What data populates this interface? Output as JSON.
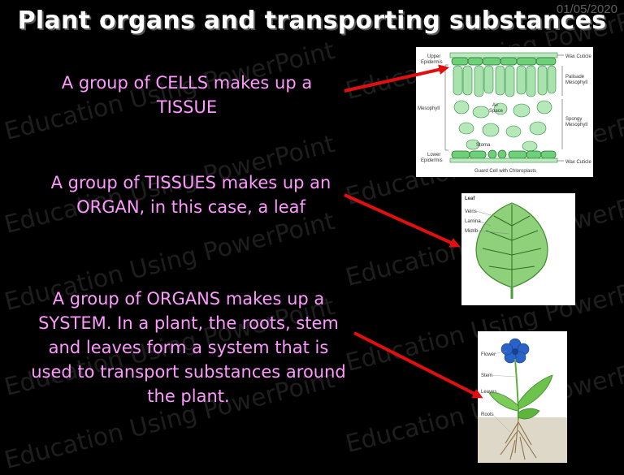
{
  "date": "01/05/2020",
  "title": "Plant organs and transporting substances",
  "paragraphs": {
    "cells": "A group of CELLS makes up a TISSUE",
    "tissues": "A group of TISSUES makes up an ORGAN, in this case, a leaf",
    "organs": "A group of ORGANS makes up a SYSTEM.  In a plant, the roots, stem and leaves form a system that is used to transport substances around the plant."
  },
  "leaf_diagram": {
    "upper_epidermis": [
      "Upper",
      "Epidermis"
    ],
    "mesophyll": "Mesophyll",
    "lower_epidermis": [
      "Lower",
      "Epidermis"
    ],
    "wax_cuticle_top": "Wax Cuticle",
    "palisade": [
      "Palisade",
      "Mesophyll"
    ],
    "air_space": [
      "Air",
      "Space"
    ],
    "spongy": [
      "Spongy",
      "Mesophyll"
    ],
    "stoma": "Stoma",
    "wax_cuticle_bottom": "Wax Cuticle",
    "guard_cell": "Guard Cell with Chloroplasts"
  },
  "organ_diagram": {
    "title": "Leaf",
    "labels": [
      "Veins",
      "Lamina",
      "Midrib"
    ]
  },
  "plant_diagram": {
    "labels": [
      "Flower",
      "Stem",
      "Leaves",
      "Roots"
    ]
  },
  "watermark": "Education Using PowerPoint",
  "colors": {
    "background": "#000000",
    "text_pink": "#ff99ff",
    "arrow": "#e01010"
  }
}
